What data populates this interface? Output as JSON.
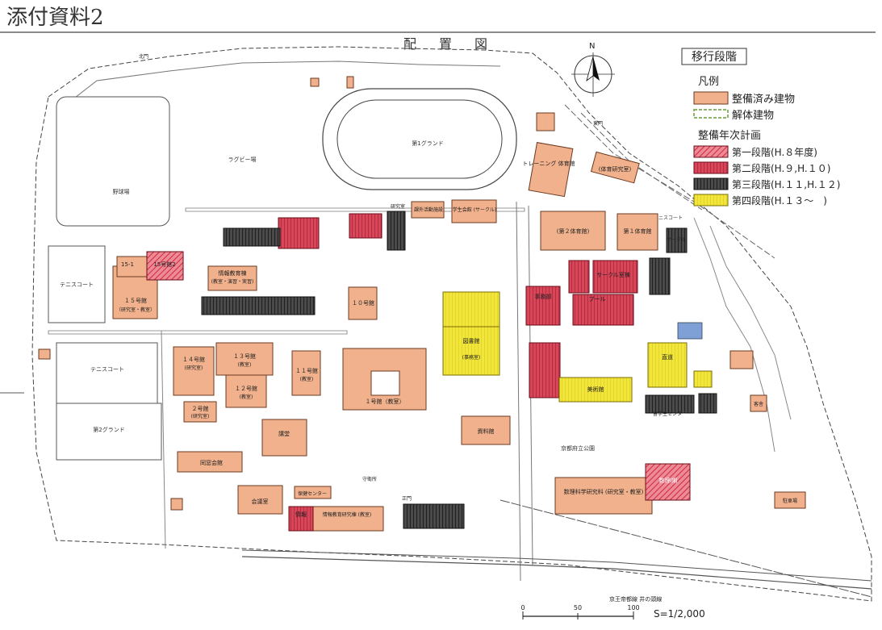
{
  "header": {
    "attachment_title": "添付資料2",
    "map_title": "配　置　図",
    "north_label": "N"
  },
  "legend": {
    "box_title": "移行段階",
    "section_title": "凡例",
    "existing": "整備済み建物",
    "demolish": "解体建物",
    "plan_title": "整備年次計画",
    "phases": [
      {
        "label": "第一段階(H.８年度)",
        "color": "#d9364f",
        "pattern": "hatch-light"
      },
      {
        "label": "第二段階(H.９,H.１０)",
        "color": "#c7283f",
        "pattern": "solid-lines"
      },
      {
        "label": "第三段階(H.１１,H.１２)",
        "color": "#2b2b2b",
        "pattern": "dark-lines"
      },
      {
        "label": "第四段階(H.１３〜　)",
        "color": "#f2e32a",
        "pattern": "yellow"
      }
    ],
    "existing_color": "#f0b18c",
    "demolish_color": "#8fb36a"
  },
  "areas": {
    "ground1": "第1グランド",
    "rugby": "ラグビー場",
    "baseball": "野球場",
    "tennis_left": "テニスコート",
    "tennis_left2": "テニスコート",
    "ground2": "第2グランド",
    "tennis_right": "テニスコート",
    "park": "京都府立公園"
  },
  "buildings": {
    "gym_training": "トレーニング\n体育館",
    "gym_research": "(体育研究室)",
    "gym2": "(第２体育館)",
    "gym1": "第１体育館",
    "club": "サークル室棟",
    "circle": "サークル",
    "pool": "プール",
    "b15": "１５号館",
    "b15_sub": "（研究室・教室）",
    "b15_1": "15-1",
    "b15_2": "15号館2",
    "info_edu": "情報教育棟",
    "info_edu_sub": "(教室・演習・実習)",
    "b10": "１０号館",
    "b14": "１４号館",
    "b14_sub": "(研究室)",
    "b13": "１３号館",
    "b13_sub": "(教室)",
    "b11": "１１号館",
    "b11_sub": "(教室)",
    "b12": "１２号館",
    "b12_sub": "(教室)",
    "b2": "２号館",
    "b2_sub": "(研究室)",
    "b1": "１号館（教室）",
    "library": "図書館",
    "library_sub": "(事務室)",
    "hall": "講堂",
    "alumni": "同窓会館",
    "meeting": "会議室",
    "info": "情報",
    "info_edu2": "情報教育研究棟\n(教室)",
    "health": "保健センター",
    "sci_grad": "数理科学研究科\n(研究室・教室)",
    "sci_new": "数理Ⅰ期",
    "art": "美術館",
    "naoru": "直道",
    "research": "研究室",
    "extra": "課外活動施設",
    "student": "学生会館\n(サークル)",
    "resource": "資料館",
    "office": "事務部",
    "station": "駐車場",
    "guard": "守衛所",
    "guest": "客舎",
    "dorm": "留学生センター"
  },
  "roads": {
    "south_station": "京王帝都線 井の頭線",
    "gate_main": "正門",
    "gate_east": "東門",
    "gate_north": "北門"
  },
  "scale": {
    "ticks": [
      "0",
      "50",
      "100"
    ],
    "ratio": "S=1/2,000"
  }
}
